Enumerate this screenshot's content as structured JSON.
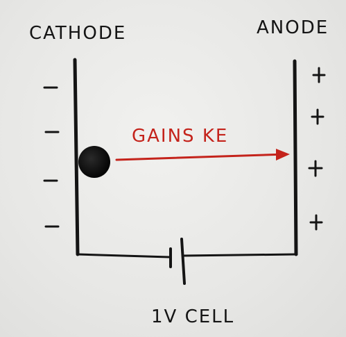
{
  "labels": {
    "cathode": "CATHODE",
    "anode": "ANODE",
    "arrow": "GAINS KE",
    "cell": "1V CELL"
  },
  "charges": {
    "cathode_sign": "−",
    "anode_sign": "+",
    "cathode_count": 4,
    "anode_count": 4
  },
  "colors": {
    "ink": "#141414",
    "arrow": "#c4231b",
    "paper": "#e9e9e7"
  }
}
